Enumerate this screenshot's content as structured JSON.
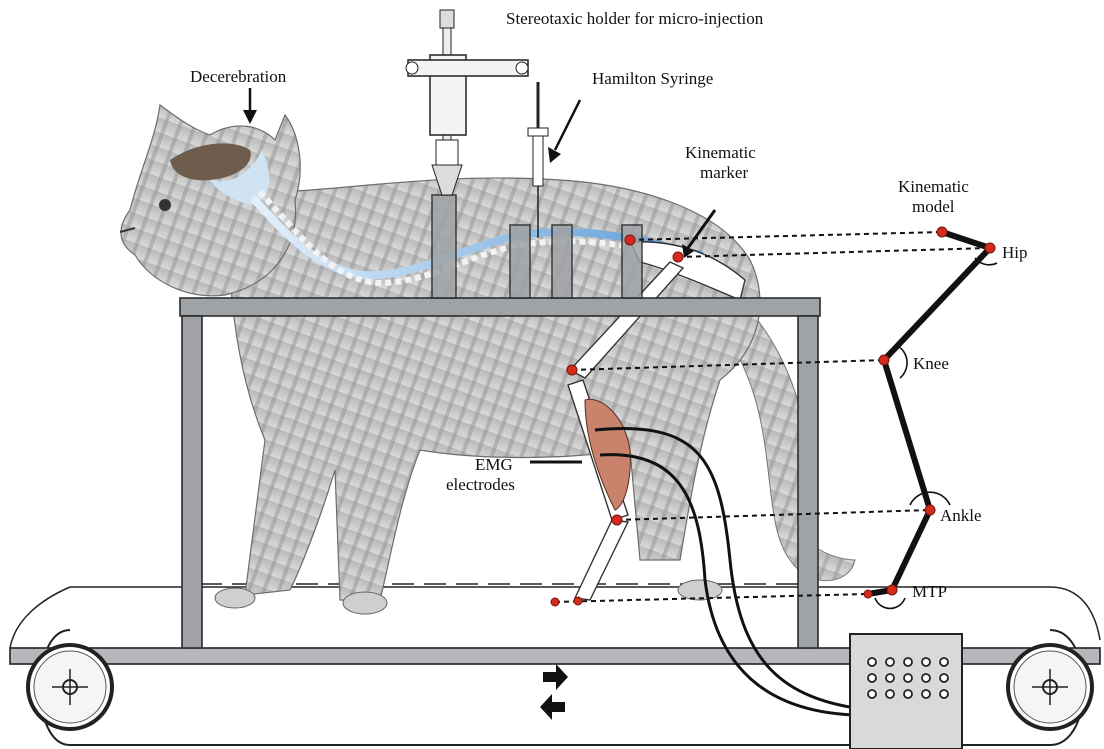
{
  "labels": {
    "stereotaxic": "Stereotaxic holder for micro-injection",
    "syringe": "Hamilton Syringe",
    "decerebration": "Decerebration",
    "kinematic_marker_1": "Kinematic",
    "kinematic_marker_2": "marker",
    "kinematic_model_1": "Kinematic",
    "kinematic_model_2": "model",
    "hip": "Hip",
    "knee": "Knee",
    "ankle": "Ankle",
    "mtp": "MTP",
    "emg_1": "EMG",
    "emg_2": "electrodes"
  },
  "colors": {
    "marker": "#d52b1e",
    "spinal_cord": "#5b9bd5",
    "brain": "#6e5d4c",
    "frame": "#9fa2a6",
    "muscle": "#c9826b"
  },
  "icons": {
    "direction_forward": "arrow-right-icon",
    "direction_back": "arrow-left-icon"
  }
}
